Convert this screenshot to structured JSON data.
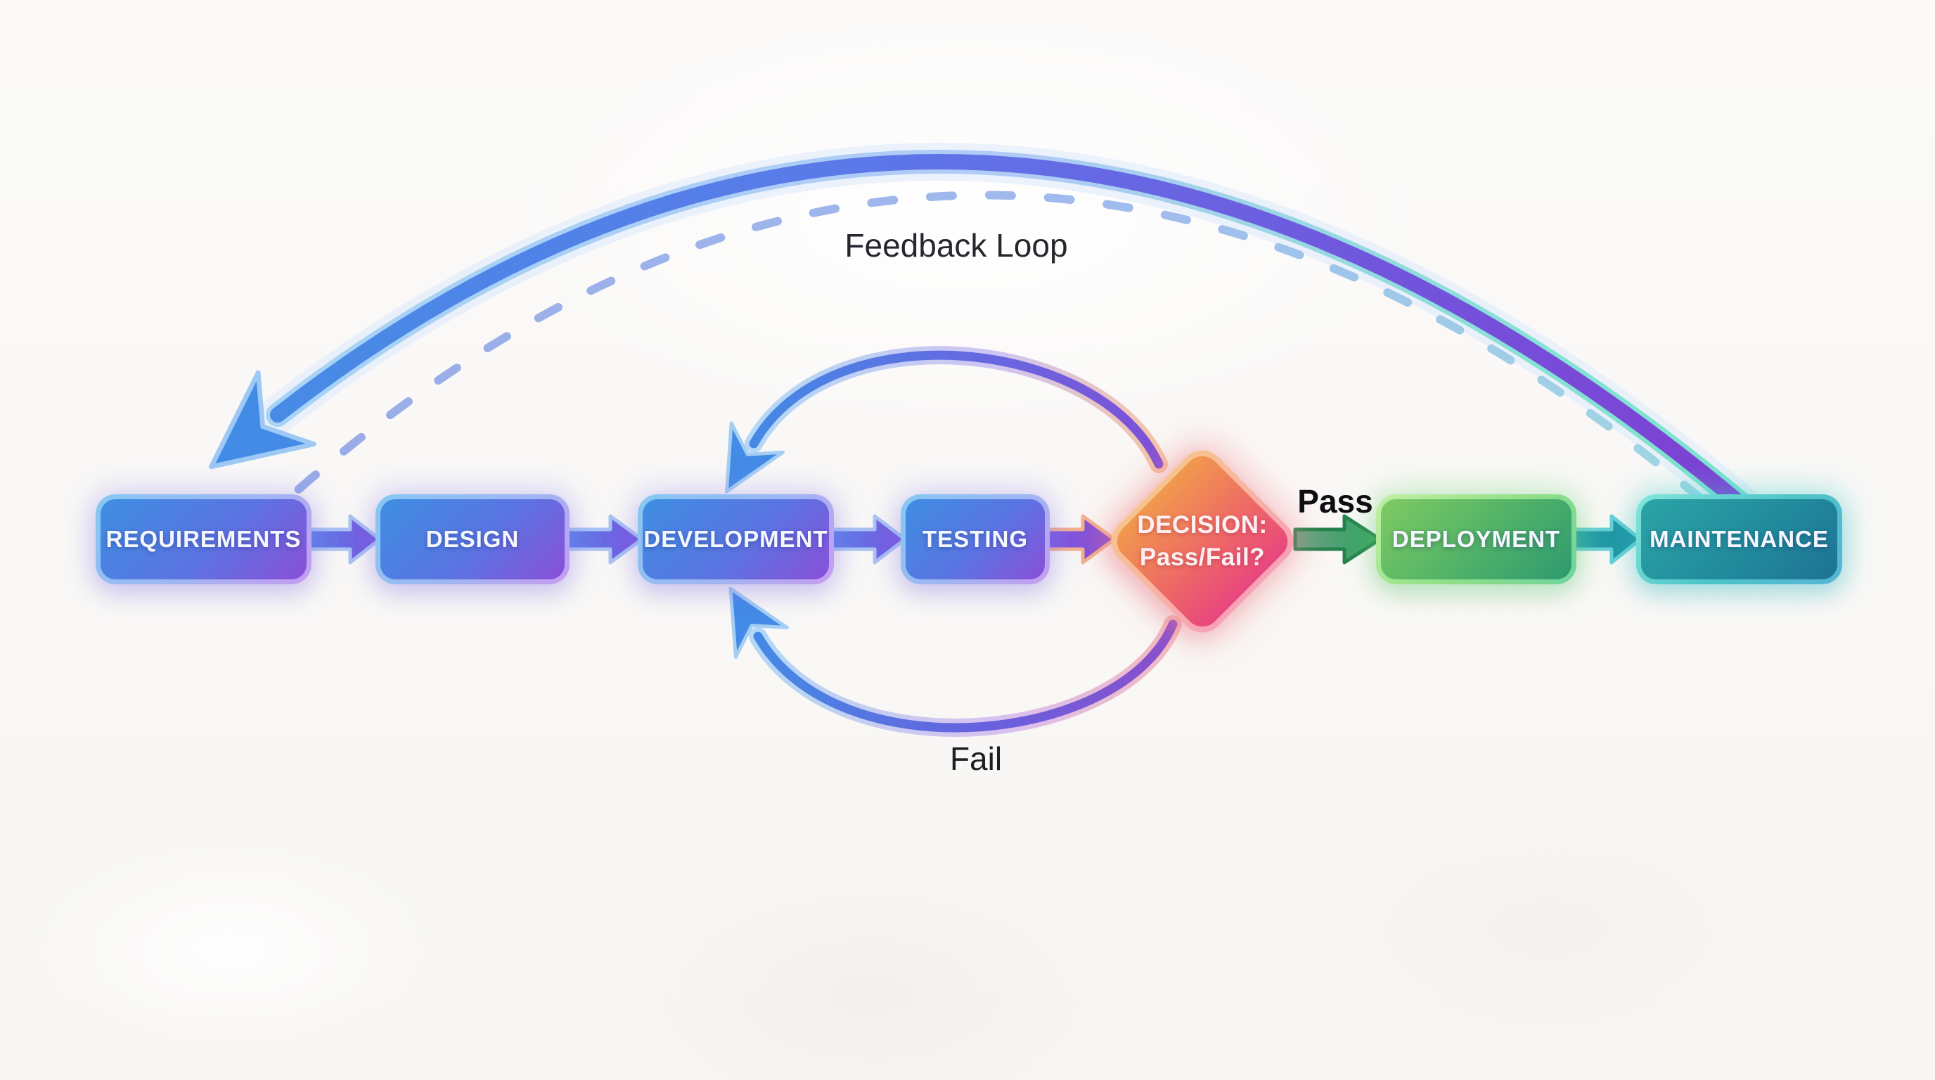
{
  "diagram": {
    "type": "flowchart",
    "background_color": "#fbfafa",
    "nodes": [
      {
        "id": "requirements",
        "label": "REQUIREMENTS",
        "shape": "rounded-rect",
        "fill_from": "#3e8ee2",
        "fill_to": "#8a4fd8",
        "text_color": "#f5f7ff"
      },
      {
        "id": "design",
        "label": "DESIGN",
        "shape": "rounded-rect",
        "fill_from": "#3e8ee2",
        "fill_to": "#8a4fd8",
        "text_color": "#f5f7ff"
      },
      {
        "id": "development",
        "label": "DEVELOPMENT",
        "shape": "rounded-rect",
        "fill_from": "#3e8ee2",
        "fill_to": "#8a4fd8",
        "text_color": "#f5f7ff"
      },
      {
        "id": "testing",
        "label": "TESTING",
        "shape": "rounded-rect",
        "fill_from": "#3e8ee2",
        "fill_to": "#8a4fd8",
        "text_color": "#f5f7ff"
      },
      {
        "id": "decision",
        "label_line1": "DECISION:",
        "label_line2": "Pass/Fail?",
        "shape": "diamond",
        "fill_from": "#f0994d",
        "fill_to": "#e8477e",
        "text_color": "#fdeff2"
      },
      {
        "id": "deployment",
        "label": "DEPLOYMENT",
        "shape": "rounded-rect",
        "fill_from": "#7fcb63",
        "fill_to": "#2e9a70",
        "text_color": "#f5f7ff"
      },
      {
        "id": "maintenance",
        "label": "MAINTENANCE",
        "shape": "rounded-rect",
        "fill_from": "#2ba4a6",
        "fill_to": "#1e7294",
        "text_color": "#f5f7ff"
      }
    ],
    "edges": [
      {
        "from": "requirements",
        "to": "design",
        "style": "straight-arrow",
        "color": "#6a68e2"
      },
      {
        "from": "design",
        "to": "development",
        "style": "straight-arrow",
        "color": "#6a68e2"
      },
      {
        "from": "development",
        "to": "testing",
        "style": "straight-arrow",
        "color": "#6a68e2"
      },
      {
        "from": "testing",
        "to": "decision",
        "style": "straight-arrow",
        "color": "#8050d8"
      },
      {
        "from": "decision",
        "to": "deployment",
        "label": "Pass",
        "style": "straight-arrow",
        "color": "#2da15c"
      },
      {
        "from": "deployment",
        "to": "maintenance",
        "style": "straight-arrow",
        "color": "#1f98a8"
      },
      {
        "from": "decision",
        "to": "development",
        "label": "Fail",
        "style": "curved-loop",
        "color_from": "#8a50cc",
        "color_to": "#4589e5"
      },
      {
        "from": "maintenance",
        "to": "requirements",
        "label": "Feedback Loop",
        "style": "large-arc-with-dashed-line",
        "color_from": "#7e3fd2",
        "color_to": "#478be6",
        "dash_color": "#8fa3e6"
      }
    ],
    "labels": {
      "feedback": "Feedback Loop",
      "pass": "Pass",
      "fail": "Fail"
    }
  }
}
